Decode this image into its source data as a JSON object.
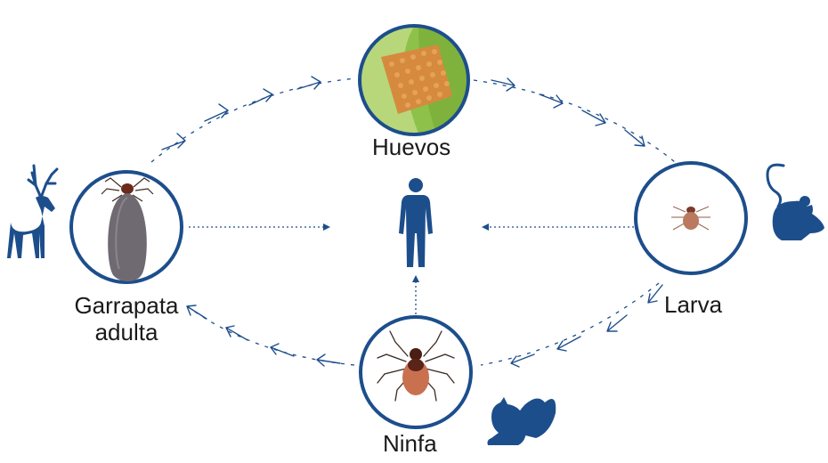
{
  "diagram": {
    "stages": {
      "eggs": "Huevos",
      "larva": "Larva",
      "nymph": "Ninfa",
      "adult_line1": "Garrapata",
      "adult_line2": "adulta"
    },
    "colors": {
      "primary": "#1d4e8c",
      "label": "#1a1a1a",
      "egg_mass": "#d68a3e",
      "leaf": "#9ccc4a",
      "adult_body": "#6f6a72",
      "nymph_body": "#c9714f",
      "larva_body": "#b97a60"
    },
    "icons": {
      "host_adult": "deer-icon",
      "host_larva": "mouse-icon",
      "host_nymph": "squirrel-icon",
      "center": "human-icon"
    }
  }
}
